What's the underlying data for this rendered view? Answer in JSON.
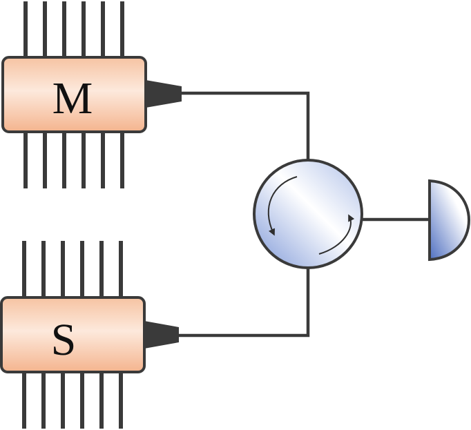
{
  "diagram": {
    "modules": [
      {
        "id": "master",
        "label": "M",
        "pin_count": 6
      },
      {
        "id": "slave",
        "label": "S",
        "pin_count": 6
      }
    ],
    "colors": {
      "chip_fill_light": "#FCE5D6",
      "chip_fill_dark": "#F3B08A",
      "chip_border": "#3A3A3A",
      "pin": "#3A3A3A",
      "wire": "#3A3A3A",
      "circulator_blue": "#7F99D8",
      "circulator_white": "#FFFFFF",
      "detector_blue": "#5F7FC8"
    },
    "icons": {
      "circulator": "circulator-icon",
      "detector": "photodetector-icon",
      "connector": "fiber-connector-icon"
    }
  }
}
